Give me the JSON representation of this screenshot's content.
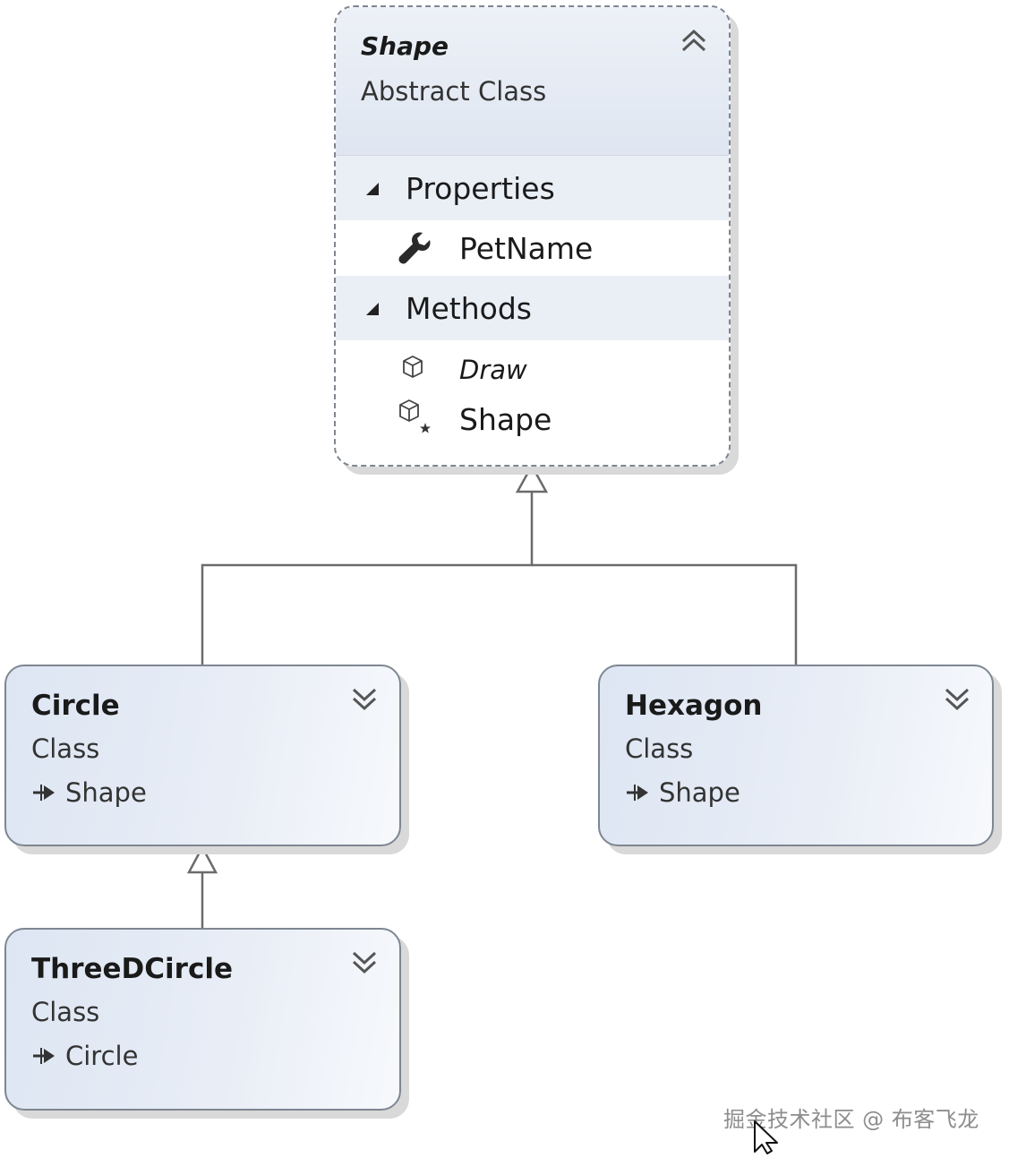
{
  "classes": [
    {
      "name": "Shape",
      "kind": "Abstract Class",
      "toggle_icon": "collapse-chevron-up-icon",
      "sections": [
        {
          "title": "Properties",
          "members": [
            {
              "name": "PetName",
              "icon": "wrench-property-icon"
            }
          ]
        },
        {
          "title": "Methods",
          "members": [
            {
              "name": "Draw",
              "icon": "method-cube-icon",
              "italic": true
            },
            {
              "name": "Shape",
              "icon": "constructor-cube-star-icon"
            }
          ]
        }
      ]
    },
    {
      "name": "Circle",
      "kind": "Class",
      "base": "Shape",
      "toggle_icon": "expand-chevron-down-icon"
    },
    {
      "name": "Hexagon",
      "kind": "Class",
      "base": "Shape",
      "toggle_icon": "expand-chevron-down-icon"
    },
    {
      "name": "ThreeDCircle",
      "kind": "Class",
      "base": "Circle",
      "toggle_icon": "expand-chevron-down-icon"
    }
  ],
  "inheritance": [
    {
      "child": "Circle",
      "parent": "Shape"
    },
    {
      "child": "Hexagon",
      "parent": "Shape"
    },
    {
      "child": "ThreeDCircle",
      "parent": "Circle"
    }
  ],
  "watermark": "掘金技术社区 @ 布客飞龙",
  "colors": {
    "box_border": "#7e8691",
    "box_fill_start": "#dde6f3",
    "box_fill_end": "#f7f9fc",
    "section_header_fill": "#eaeef5",
    "connector": "#6b6b6b",
    "shadow": "#d9d9d9"
  }
}
